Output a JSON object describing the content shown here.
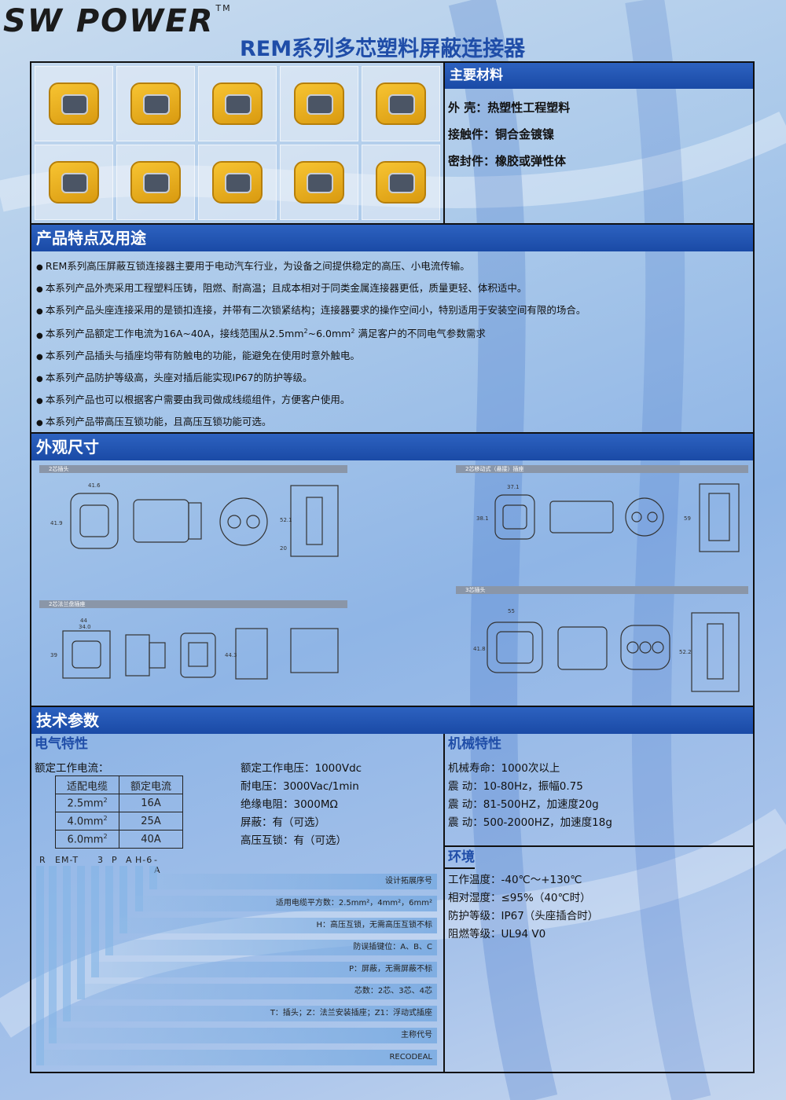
{
  "brand": {
    "logo": "SW POWER",
    "tm": "TM"
  },
  "title": "REM系列多芯塑料屏蔽连接器",
  "materials": {
    "heading": "主要材料",
    "rows": [
      "外 壳：热塑性工程塑料",
      "接触件：铜合金镀镍",
      "密封件：橡胶或弹性体"
    ]
  },
  "features": {
    "heading": "产品特点及用途",
    "items": [
      "REM系列高压屏蔽互锁连接器主要用于电动汽车行业，为设备之间提供稳定的高压、小电流传输。",
      "本系列产品外壳采用工程塑料压铸，阻燃、耐高温；且成本相对于同类金属连接器更低，质量更轻、体积适中。",
      "本系列产品头座连接采用的是锁扣连接，并带有二次锁紧结构；连接器要求的操作空间小，特别适用于安装空间有限的场合。",
      "本系列产品插头与插座均带有防触电的功能，能避免在使用时意外触电。",
      "本系列产品防护等级高，头座对插后能实现IP67的防护等级。",
      "本系列产品也可以根据客户需要由我司做成线缆组件，方便客户使用。",
      "本系列产品带高压互锁功能，且高压互锁功能可选。"
    ],
    "current_item": {
      "pre": "本系列产品额定工作电流为16A~40A，接线范围从2.5mm",
      "mid": "~6.0mm",
      "post": " 满足客户的不同电气参数需求"
    }
  },
  "dimensions": {
    "heading": "外观尺寸",
    "labels": [
      "2芯插头",
      "2芯移动式（悬接）插座",
      "2芯法兰盘插座",
      "3芯插头"
    ],
    "values": [
      "41.6",
      "41.9",
      "52.1",
      "20",
      "37.1",
      "38.1",
      "59",
      "44",
      "34.0",
      "39",
      "44.3",
      "55",
      "41.8",
      "52.2"
    ]
  },
  "tech": {
    "heading": "技术参数",
    "electrical": {
      "heading": "电气特性",
      "rated_current_label": "额定工作电流：",
      "table": {
        "headers": [
          "适配电缆",
          "额定电流"
        ],
        "rows": [
          [
            "2.5mm",
            "16A"
          ],
          [
            "4.0mm",
            "25A"
          ],
          [
            "6.0mm",
            "40A"
          ]
        ]
      },
      "specs": [
        "额定工作电压：1000Vdc",
        "耐电压：3000Vac/1min",
        "绝缘电阻：3000MΩ",
        "屏蔽：有（可选）",
        "高压互锁：有（可选）"
      ],
      "code": {
        "parts": [
          "R",
          "EM-T",
          "3",
          "P",
          "A",
          "H-6",
          "-A"
        ],
        "rows": [
          "设计拓展序号",
          "适用电缆平方数：2.5mm²，4mm²，6mm²",
          "H：高压互锁，无需高压互锁不标",
          "防误插键位：A、B、C",
          "P：屏蔽，无需屏蔽不标",
          "芯数：2芯、3芯、4芯",
          "T：插头；Z：法兰安装插座；Z1：浮动式插座",
          "主称代号",
          "RECODEAL"
        ]
      }
    },
    "mechanical": {
      "heading": "机械特性",
      "rows": [
        "机械寿命：1000次以上",
        "震 动：10-80Hz，振幅0.75",
        "震 动：81-500HZ，加速度20g",
        "震 动：500-2000HZ，加速度18g"
      ]
    },
    "environment": {
      "heading": "环境",
      "rows": [
        "工作温度：-40℃～+130℃",
        "相对湿度：≤95%（40℃时）",
        "防护等级：IP67（头座插合时）",
        "阻燃等级：UL94 V0"
      ]
    }
  }
}
